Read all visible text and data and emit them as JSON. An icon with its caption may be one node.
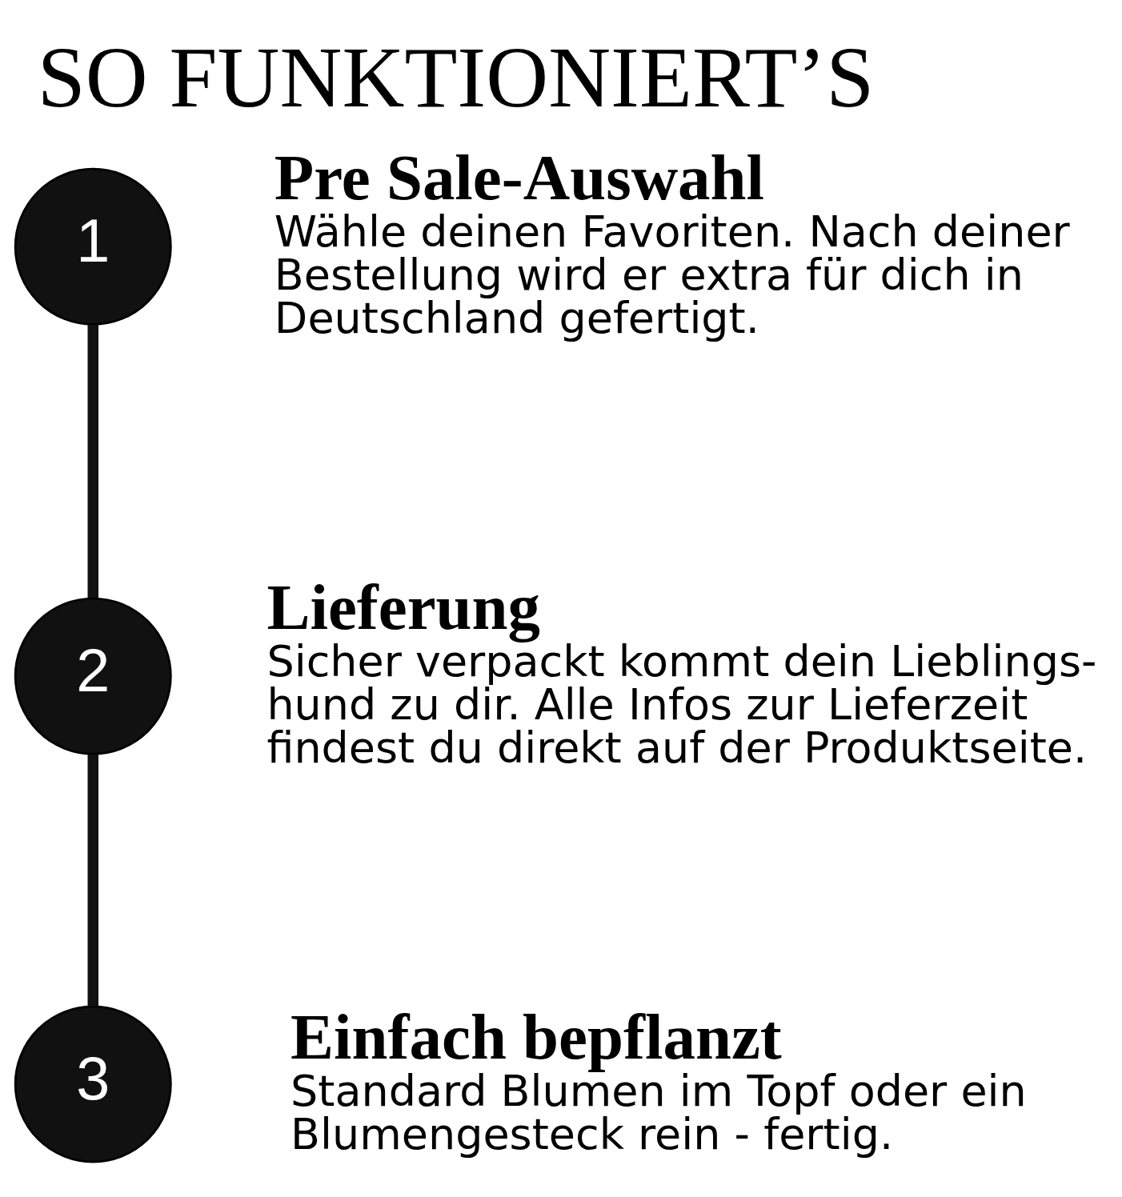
{
  "diagram": {
    "title": "SO FUNKTIONIERT’S",
    "nodes": [
      {
        "text": [
          "1"
        ],
        "beside": [
          "Pre Sale-Auswahl",
          "Wähle deinen Favoriten. Nach deiner Bestellung wird er extra für dich in Deutschland gefertigt."
        ]
      },
      {
        "text": [
          "2"
        ],
        "beside": [
          "Lieferung",
          "Sicher verpackt kommt dein Lieblings- hund zu dir. Alle Infos zur Lieferzeit findest du direkt auf der Produktseite."
        ]
      },
      {
        "text": [
          "3"
        ],
        "beside": [
          "Einfach bepflanzt",
          "Standard Blumen im Topf oder ein Blumengesteck rein - fertig."
        ]
      }
    ],
    "edges": [
      {
        "from": 0,
        "to": 1,
        "arrow": "none"
      },
      {
        "from": 1,
        "to": 2,
        "arrow": "none"
      }
    ]
  }
}
